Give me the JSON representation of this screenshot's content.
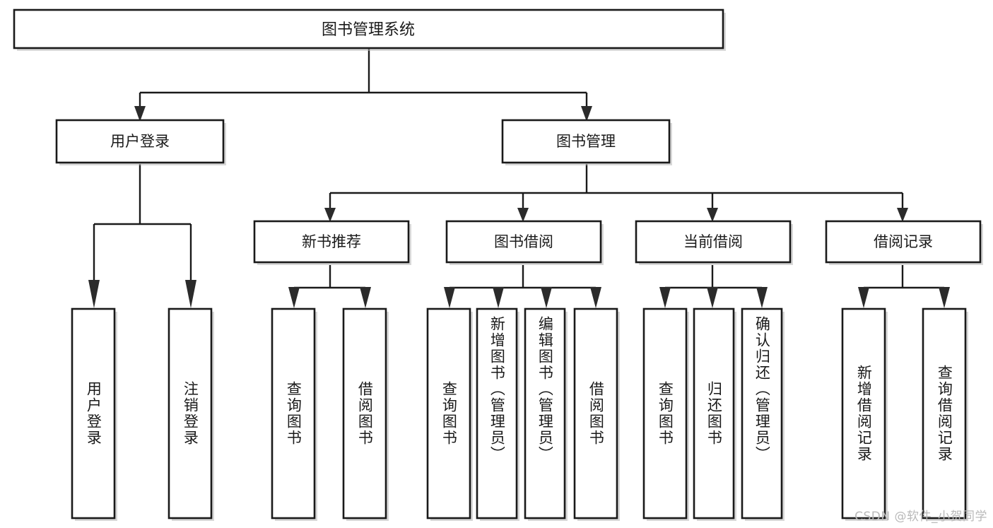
{
  "diagram": {
    "title": "图书管理系统",
    "type": "tree-hierarchy-chart",
    "watermark": "CSDN @软件_小贺同学",
    "colors": {
      "box_fill": "#ffffff",
      "box_stroke": "#1a1a1a",
      "text": "#1a1a1a",
      "watermark": "#b9b9b9",
      "canvas": "#ffffff"
    },
    "root": {
      "label": "图书管理系统"
    },
    "level2": [
      {
        "id": "user-login",
        "label": "用户登录"
      },
      {
        "id": "book-manage",
        "label": "图书管理"
      }
    ],
    "level3": [
      {
        "id": "new-book-recommend",
        "label": "新书推荐"
      },
      {
        "id": "book-borrow",
        "label": "图书借阅"
      },
      {
        "id": "current-borrow",
        "label": "当前借阅"
      },
      {
        "id": "borrow-record",
        "label": "借阅记录"
      }
    ],
    "leaves": {
      "user_login": [
        {
          "id": "leaf-user-login",
          "label": "用户登录"
        },
        {
          "id": "leaf-logout-login",
          "label": "注销登录"
        }
      ],
      "new_book_recommend": [
        {
          "id": "leaf-query-book-1",
          "label": "查询图书"
        },
        {
          "id": "leaf-borrow-book-1",
          "label": "借阅图书"
        }
      ],
      "book_borrow": [
        {
          "id": "leaf-query-book-2",
          "label": "查询图书"
        },
        {
          "id": "leaf-add-book",
          "label": "新增图书（管理员）"
        },
        {
          "id": "leaf-edit-book",
          "label": "编辑图书（管理员）"
        },
        {
          "id": "leaf-borrow-book-2",
          "label": "借阅图书"
        }
      ],
      "current_borrow": [
        {
          "id": "leaf-query-book-3",
          "label": "查询图书"
        },
        {
          "id": "leaf-return-book",
          "label": "归还图书"
        },
        {
          "id": "leaf-confirm-return",
          "label": "确认归还（管理员）"
        }
      ],
      "borrow_record": [
        {
          "id": "leaf-add-record",
          "label": "新增借阅记录"
        },
        {
          "id": "leaf-query-record",
          "label": "查询借阅记录"
        }
      ]
    }
  }
}
